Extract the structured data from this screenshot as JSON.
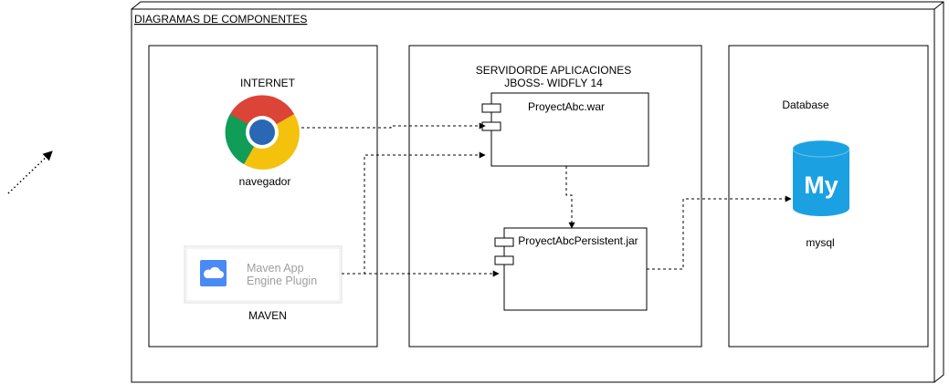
{
  "frame": {
    "title": "DIAGRAMAS DE COMPONENTES "
  },
  "client_box": {
    "internet_label": "INTERNET",
    "browser_label": "navegador",
    "maven_label": "MAVEN",
    "plugin_line1": "Maven App",
    "plugin_line2": "Engine Plugin"
  },
  "server_box": {
    "title_line1": "SERVIDORDE APLICACIONES",
    "title_line2": "JBOSS- WIDFLY 14",
    "component_war": "ProyectAbc.war",
    "component_jar": "ProyectAbcPersistent.jar"
  },
  "db_box": {
    "title": "Database",
    "mysql_label": "mysql",
    "logo_text": "My"
  },
  "colors": {
    "chrome_red": "#DB4437",
    "chrome_yellow": "#F4C20D",
    "chrome_green": "#0F9D58",
    "chrome_blue": "#4285F4",
    "mysql_cyan": "#1BA1E2",
    "cloud_blue": "#4A8AF4"
  },
  "icons": [
    "chrome-icon",
    "mysql-icon",
    "cloud-icon",
    "component-icon"
  ]
}
